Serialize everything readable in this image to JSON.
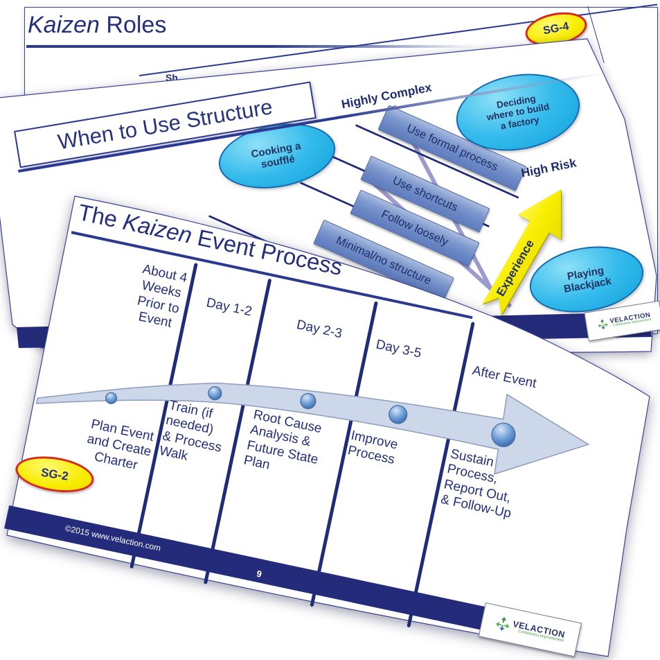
{
  "back": {
    "title_italic": "Kaizen",
    "title_rest": " Roles",
    "badge": "SG-4",
    "fragment": "Sh"
  },
  "middle": {
    "title": "When to Use Structure",
    "axis_top": "Highly Complex",
    "axis_right": "High Risk",
    "arrow_label": "Experience",
    "bars": [
      "Use formal process",
      "Use shortcuts",
      "Follow loosely",
      "Minimal/no structure"
    ],
    "ovals": {
      "cooking": "Cooking a\nsoufflé",
      "deciding": "Deciding\nwhere to build\na factory",
      "blackjack": "Playing\nBlackjack"
    },
    "logo": {
      "name": "VELACTION",
      "tagline": "Continuous Improvement"
    }
  },
  "front": {
    "title_pre": "The ",
    "title_italic": "Kaizen",
    "title_post": " Event Process",
    "badge": "SG-2",
    "columns": [
      {
        "header": "About 4\nWeeks\nPrior to\nEvent",
        "phase": "Plan Event\nand Create\nCharter"
      },
      {
        "header": "Day 1-2",
        "phase": "Train (if\nneeded)\n& Process\nWalk"
      },
      {
        "header": "Day 2-3",
        "phase": "Root Cause\nAnalysis &\nFuture State\nPlan"
      },
      {
        "header": "Day 3-5",
        "phase": "Improve\nProcess"
      },
      {
        "header": "After Event",
        "phase": "Sustain\nProcess,\nReport Out,\n& Follow-Up"
      }
    ],
    "copyright": "©2015  www.velaction.com",
    "page_number": "9",
    "logo": {
      "name": "VELACTION",
      "tagline": "Continuous Improvement"
    }
  },
  "colors": {
    "navy": "#232F7B",
    "cyan_oval": "#2EB7EA",
    "bar_blue": "#7A95CC",
    "experience_yellow": "#F8EE00",
    "badge_yellow": "#F8EC00",
    "badge_red": "#D8281E",
    "band_gray_blue": "#CDD7EA",
    "logo_green": "#3FA13F"
  }
}
